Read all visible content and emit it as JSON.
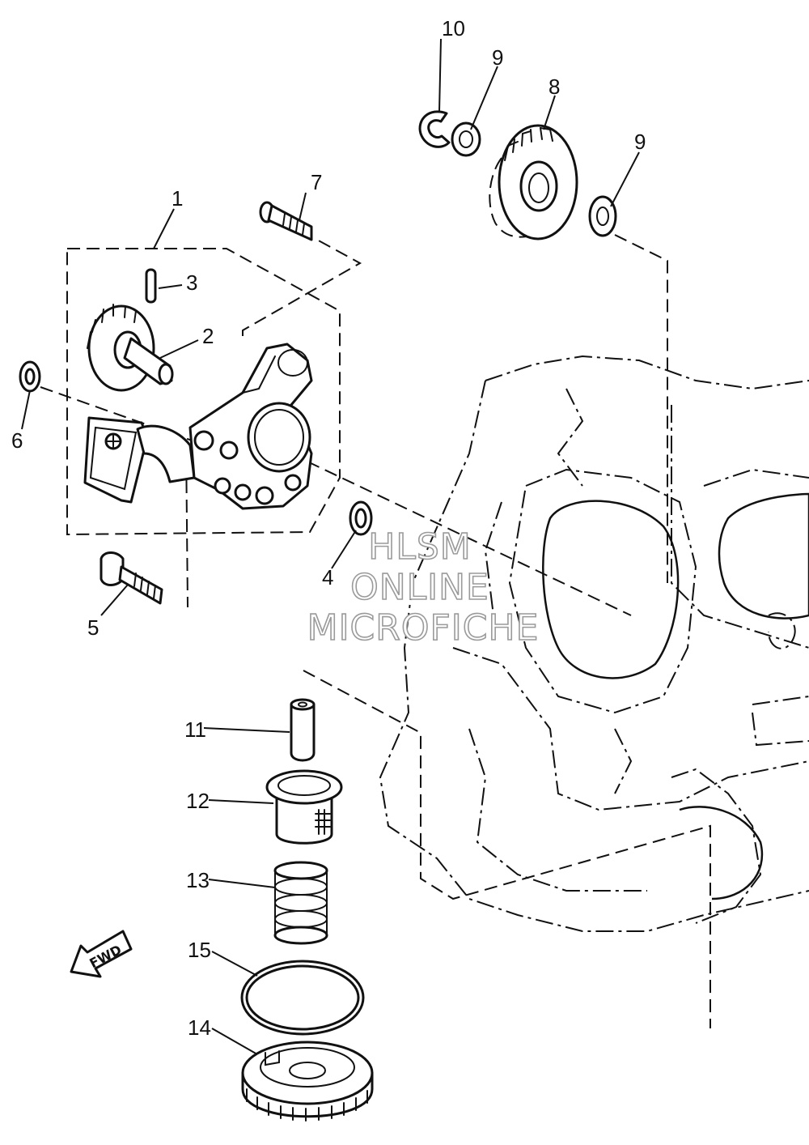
{
  "callouts": {
    "c1": "1",
    "c2": "2",
    "c3": "3",
    "c4": "4",
    "c5": "5",
    "c6": "6",
    "c7": "7",
    "c8": "8",
    "c9a": "9",
    "c9b": "9",
    "c10": "10",
    "c11": "11",
    "c12": "12",
    "c13": "13",
    "c14": "14",
    "c15": "15"
  },
  "fwd_marker": "FWD",
  "watermark": {
    "line1": "HLSM",
    "line2": "ONLINE",
    "line3": "MICROFICHE"
  },
  "colors": {
    "ink": "#111111",
    "background": "#ffffff",
    "watermark_outline": "#9a9a9a"
  }
}
